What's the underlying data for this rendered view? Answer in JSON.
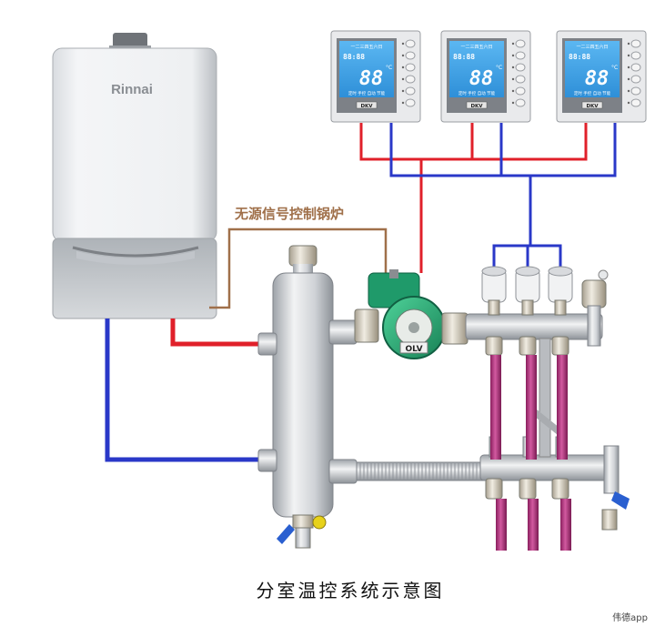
{
  "boiler": {
    "brand": "Rinnai"
  },
  "thermostats": [
    {
      "top_icons": "一二三四五六日",
      "time": "88:88",
      "temp": "88",
      "unit": "°C",
      "status": "定时 手控 自动 节能",
      "badge": "DKV"
    },
    {
      "top_icons": "一二三四五六日",
      "time": "88:88",
      "temp": "88",
      "unit": "°C",
      "status": "定时 手控 自动 节能",
      "badge": "DKV"
    },
    {
      "top_icons": "一二三四五六日",
      "time": "88:88",
      "temp": "88",
      "unit": "°C",
      "status": "定时 手控 自动 节能",
      "badge": "DKV"
    }
  ],
  "signal_label": "无源信号控制锅炉",
  "pump": {
    "brand": "OLV"
  },
  "caption": "分室温控系统示意图",
  "watermark": "伟德app",
  "colors": {
    "supply": "#e0202a",
    "return": "#2a38c8",
    "signal": "#a0704a",
    "steel": "#c9cdd2",
    "pipe_floor": "#b0307a"
  }
}
